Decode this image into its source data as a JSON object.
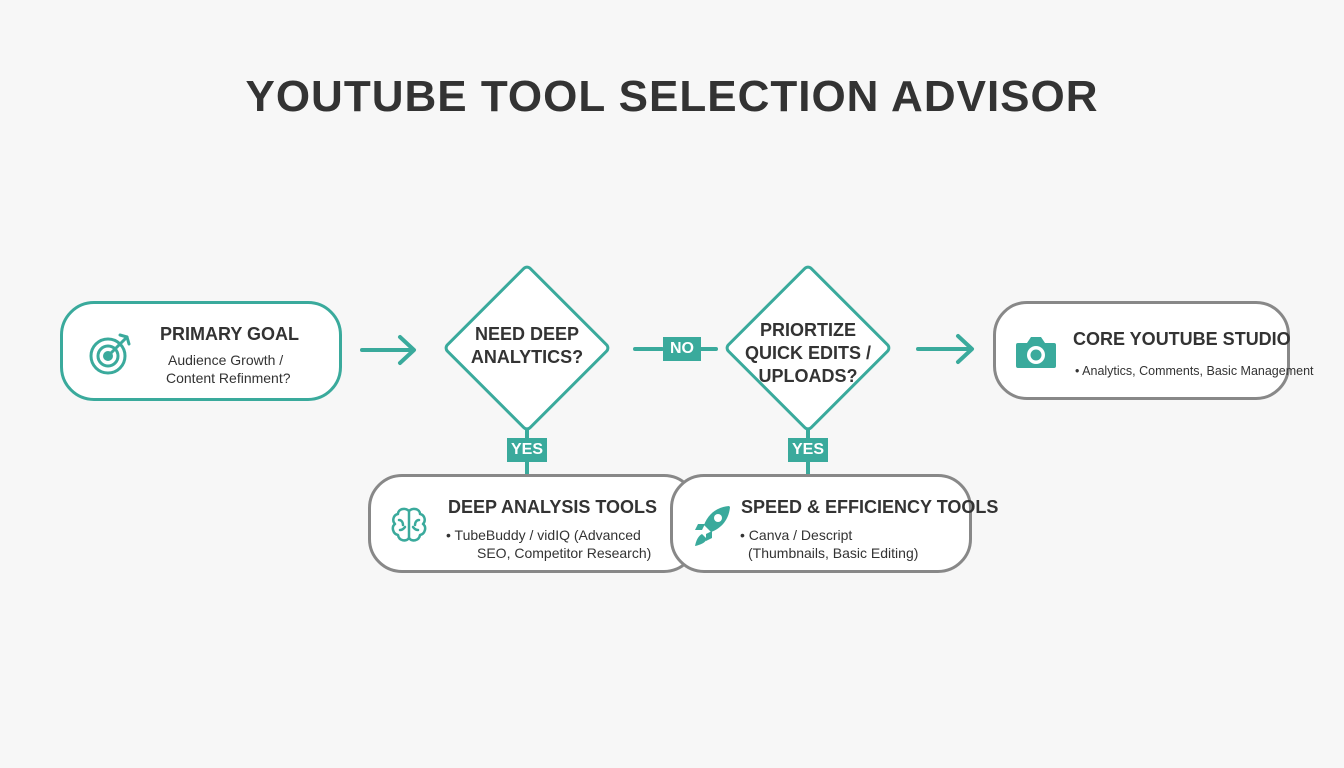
{
  "title": "YOUTUBE TOOL SELECTION ADVISOR",
  "colors": {
    "accent": "#3aaa9c",
    "outline_gray": "#888888",
    "text": "#333333",
    "background": "#f7f7f7"
  },
  "nodes": {
    "primary_goal": {
      "title": "PRIMARY GOAL",
      "line1": "Audience Growth /",
      "line2": "Content Refinment?",
      "icon": "target-arrow-icon"
    },
    "decision_analytics": {
      "line1": "NEED DEEP",
      "line2": "ANALYTICS?"
    },
    "decision_quick": {
      "line1": "PRIORTIZE",
      "line2": "QUICK EDITS /",
      "line3": "UPLOADS?"
    },
    "core_studio": {
      "title": "CORE YOUTUBE STUDIO",
      "line1": "• Analytics, Comments, Basic Management",
      "icon": "camera-icon"
    },
    "deep_tools": {
      "title": "DEEP ANALYSIS TOOLS",
      "line1": "• TubeBuddy / vidIQ (Advanced",
      "line2": "SEO, Competitor Research)",
      "icon": "brain-icon"
    },
    "speed_tools": {
      "title": "SPEED & EFFICIENCY TOOLS",
      "line1": "• Canva / Descript",
      "line2": "(Thumbnails, Basic Editing)",
      "icon": "rocket-icon"
    }
  },
  "labels": {
    "no": "NO",
    "yes_analytics": "YES",
    "yes_quick": "YES"
  }
}
